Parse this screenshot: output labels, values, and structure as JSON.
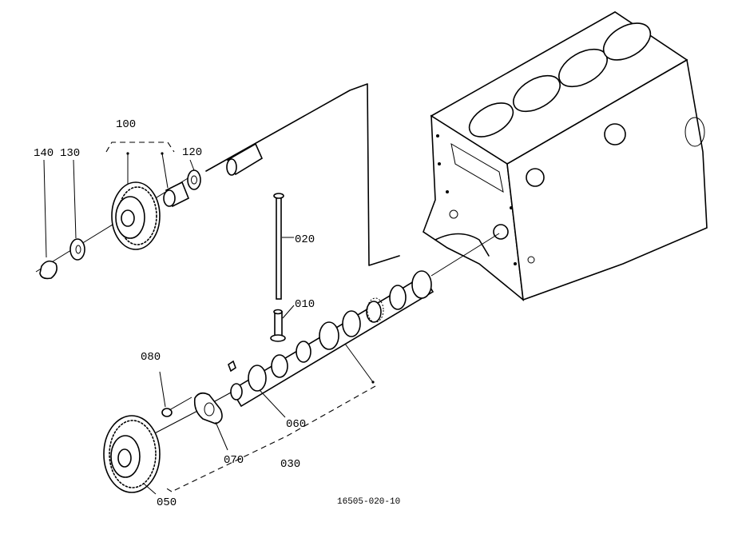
{
  "diagram": {
    "part_labels": {
      "p010": "010",
      "p020": "020",
      "p030": "030",
      "p050": "050",
      "p060": "060",
      "p070": "070",
      "p080": "080",
      "p100": "100",
      "p120": "120",
      "p130": "130",
      "p140": "140"
    },
    "figure_code": "16505-020-10"
  }
}
